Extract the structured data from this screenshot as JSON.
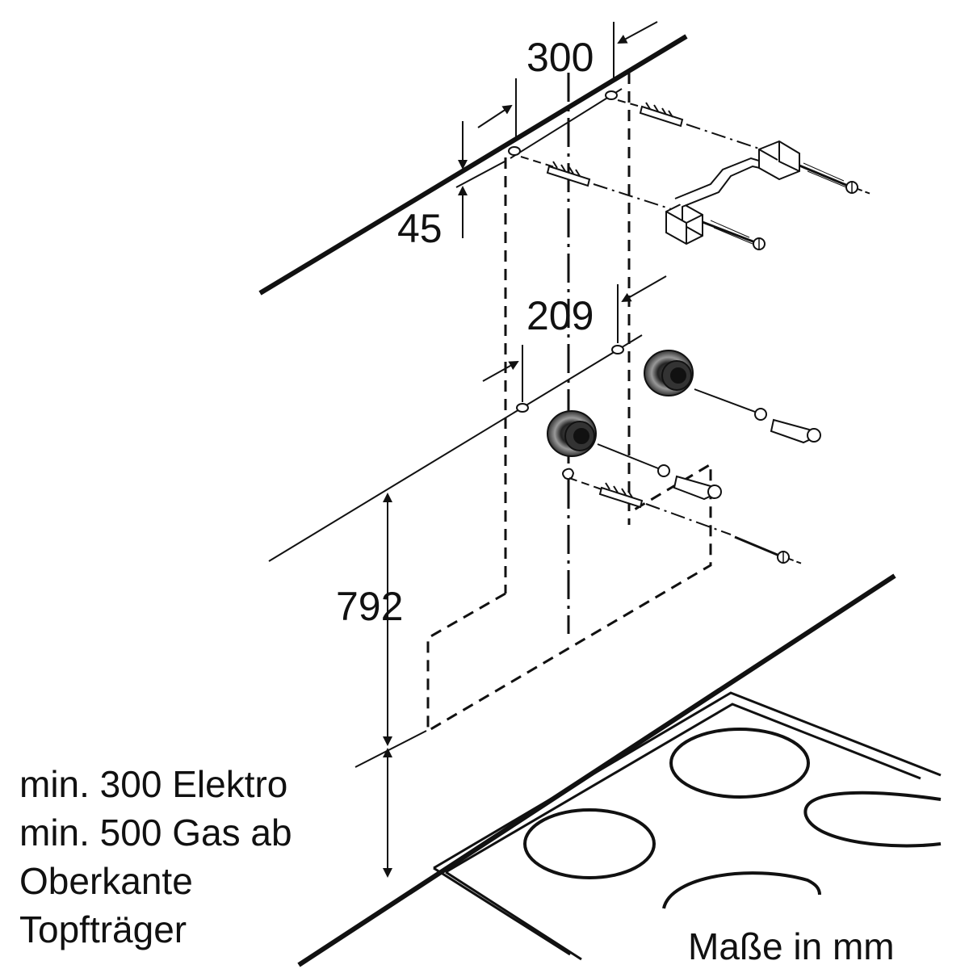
{
  "dimensions": {
    "top_spacing": "300",
    "top_offset": "45",
    "lower_spacing": "209",
    "height": "792"
  },
  "note": {
    "line1": "min. 300 Elektro",
    "line2": "min. 500 Gas ab",
    "line3": "Oberkante",
    "line4": "Topfträger"
  },
  "units_label": "Maße in mm"
}
